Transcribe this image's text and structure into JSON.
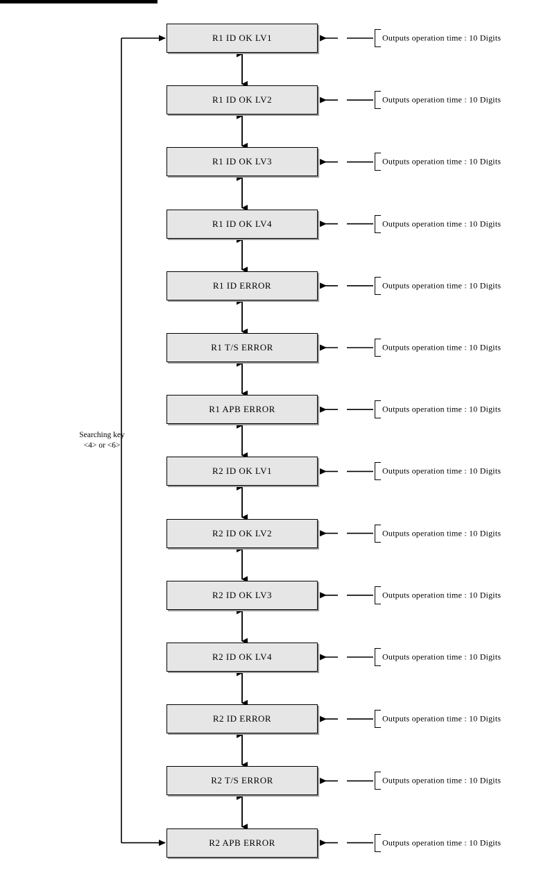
{
  "diagram": {
    "title_bar": "",
    "loop_label": {
      "line1": "Searching key",
      "line2": "<4> or <6>"
    },
    "callout_text": "Outputs operation time : 10 Digits",
    "colors": {
      "node_fill": "#e6e6e6",
      "node_border": "#000000",
      "node_shadow": "#9a9a9a",
      "line": "#000000",
      "text": "#000000",
      "top_bar": "#000000"
    },
    "nodes": [
      {
        "label": "R1 ID OK LV1",
        "callout": "Outputs operation time : 10 Digits"
      },
      {
        "label": "R1 ID OK LV2",
        "callout": "Outputs operation time : 10 Digits"
      },
      {
        "label": "R1 ID OK LV3",
        "callout": "Outputs operation time : 10 Digits"
      },
      {
        "label": "R1 ID OK LV4",
        "callout": "Outputs operation time : 10 Digits"
      },
      {
        "label": "R1 ID ERROR",
        "callout": "Outputs operation time : 10 Digits"
      },
      {
        "label": "R1 T/S ERROR",
        "callout": "Outputs operation time : 10 Digits"
      },
      {
        "label": "R1 APB ERROR",
        "callout": "Outputs operation time : 10 Digits"
      },
      {
        "label": "R2 ID OK LV1",
        "callout": "Outputs operation time : 10 Digits"
      },
      {
        "label": "R2 ID OK LV2",
        "callout": "Outputs operation time : 10 Digits"
      },
      {
        "label": "R2 ID OK LV3",
        "callout": "Outputs operation time : 10 Digits"
      },
      {
        "label": "R2 ID OK LV4",
        "callout": "Outputs operation time : 10 Digits"
      },
      {
        "label": "R2 ID ERROR",
        "callout": "Outputs operation time : 10 Digits"
      },
      {
        "label": "R2 T/S ERROR",
        "callout": "Outputs operation time : 10 Digits"
      },
      {
        "label": "R2 APB ERROR",
        "callout": "Outputs operation time : 10 Digits"
      }
    ]
  }
}
